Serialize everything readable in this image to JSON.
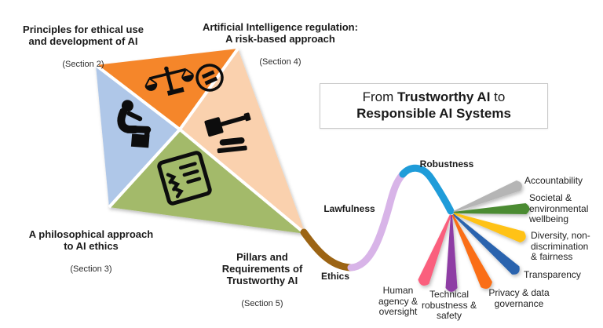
{
  "title_box": {
    "part1": "From",
    "part2": "Trustworthy AI",
    "part3": "to",
    "part4": "Responsible AI Systems"
  },
  "headings": {
    "principles": {
      "text": "Principles for ethical use\nand development of AI",
      "section": "(Section 2)"
    },
    "regulation": {
      "text": "Artificial Intelligence regulation:\nA risk-based approach",
      "section": "(Section 4)"
    },
    "philosophy": {
      "text": "A philosophical approach\nto AI ethics",
      "section": "(Section 3)"
    },
    "pillars": {
      "text": "Pillars and\nRequirements of\nTrustworthy AI",
      "section": "(Section 5)"
    }
  },
  "kite": {
    "quadrants": [
      {
        "name": "principles-quadrant",
        "color": "#F5862C",
        "icon": "scales-icon"
      },
      {
        "name": "regulation-quadrant",
        "color": "#FAD1AE",
        "icon": "gavel-icon"
      },
      {
        "name": "philosophy-quadrant",
        "color": "#AFC7E8",
        "icon": "thinker-icon"
      },
      {
        "name": "pillars-quadrant",
        "color": "#A3BA6B",
        "icon": "checklist-icon"
      }
    ],
    "seam_color": "#ffffff",
    "icon_color": "#111111"
  },
  "tail": {
    "segments": [
      {
        "label": "Ethics",
        "color": "#9C6414"
      },
      {
        "label": "Lawfulness",
        "color": "#D8B4E8"
      },
      {
        "label": "Robustness",
        "color": "#1F9CD9"
      }
    ]
  },
  "fan": {
    "items": [
      {
        "label": "Accountability",
        "color": "#B5B5B5"
      },
      {
        "label": "Societal &\nenvironmental\nwellbeing",
        "color": "#4B8B33"
      },
      {
        "label": "Diversity, non-\ndiscrimination\n& fairness",
        "color": "#FFC213"
      },
      {
        "label": "Transparency",
        "color": "#2B64AE"
      },
      {
        "label": "Privacy & data\ngovernance",
        "color": "#FA6E12"
      },
      {
        "label": "Technical\nrobustness &\nsafety",
        "color": "#8E3DA4"
      },
      {
        "label": "Human\nagency &\noversight",
        "color": "#FA5F7D"
      }
    ]
  }
}
